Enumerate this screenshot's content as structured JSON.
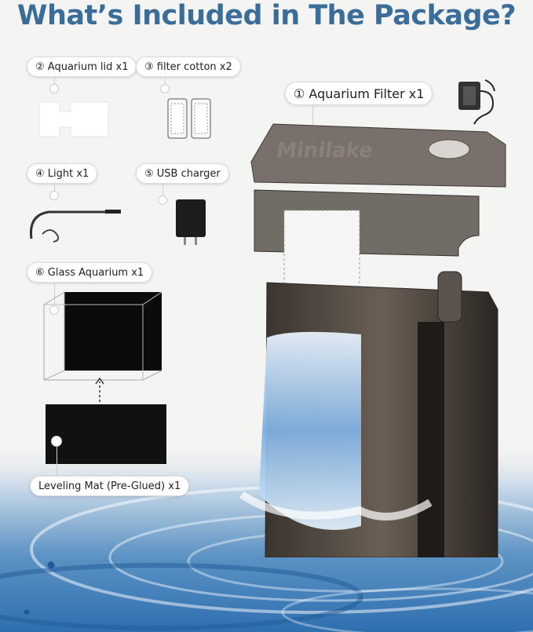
{
  "title": "What’s Included in The Package?",
  "items": [
    {
      "label": "② Aquarium lid x1"
    },
    {
      "label": "③ filter cotton x2"
    },
    {
      "label": "① Aquarium Filter x1"
    },
    {
      "label": "④ Light x1"
    },
    {
      "label": "⑤ USB charger"
    },
    {
      "label": "⑥ Glass Aquarium x1"
    },
    {
      "label": "Leveling Mat (Pre-Glued) x1"
    }
  ],
  "brand": "Minilake",
  "colors": {
    "title": "#3a6d9a",
    "background": "#f4f4f2",
    "water": "#2e6fb0"
  },
  "icons": [
    "aquarium-lid-icon",
    "filter-cotton-icon",
    "power-adapter-icon",
    "light-icon",
    "usb-charger-icon",
    "glass-aquarium-icon",
    "leveling-mat-icon",
    "filter-unit-icon"
  ]
}
